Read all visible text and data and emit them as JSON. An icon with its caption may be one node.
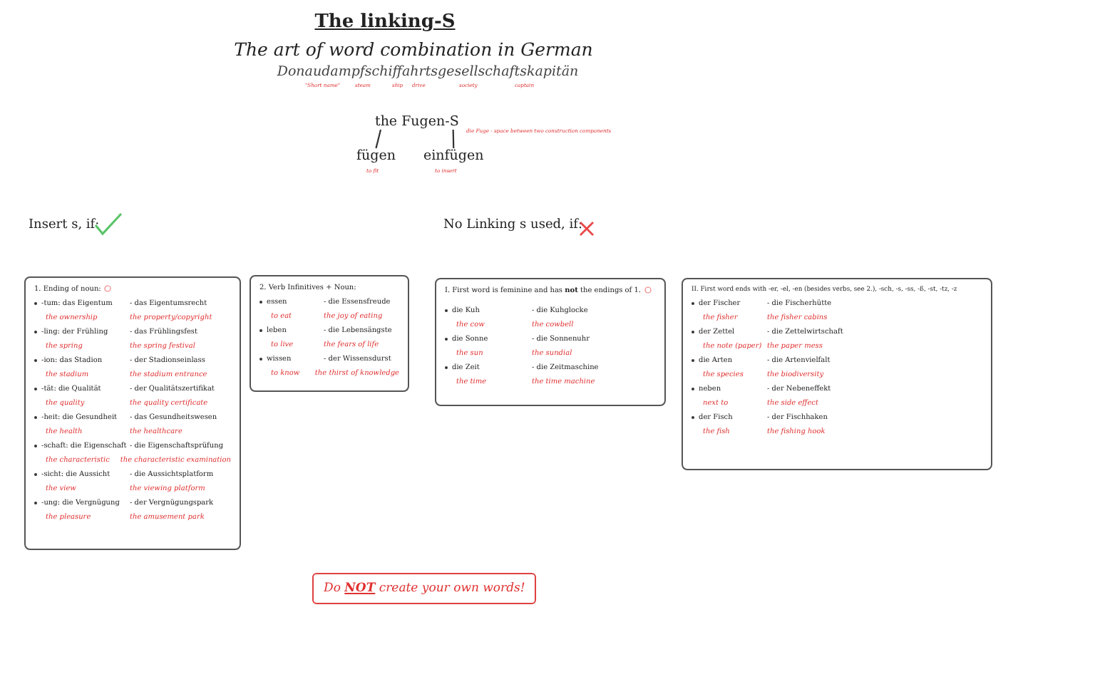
{
  "diagram": {
    "title": "The linking-S",
    "nodes": [
      {
        "text": [
          "the Fugen-S"
        ],
        "beside": [
          "die Fuge - space between two construction components"
        ]
      },
      {
        "text": [
          "fügen"
        ],
        "beside": [
          "to fit"
        ]
      },
      {
        "text": [
          "einfügen"
        ],
        "beside": [
          "to insert"
        ]
      },
      {
        "text": [
          "1. Ending of noun:",
          "-tum: das Eigentum",
          "- das Eigentumsrecht",
          "the ownership",
          "the property/copyright",
          "-ling: der Frühling",
          "- das Frühlingsfest",
          "the spring",
          "the spring festival",
          "-ion: das Stadion",
          "- der Stadionseinlass",
          "the stadium",
          "the stadium entrance",
          "-tät: die Qualität",
          "- der Qualitätszertifikat",
          "the quality",
          "the quality certificate",
          "-heit: die Gesundheit",
          "- das Gesundheitswesen",
          "the health",
          "the healthcare",
          "-schaft: die Eigenschaft",
          "- die Eigenschaftsprüfung",
          "the characteristic",
          "the characteristic examination",
          "-sicht: die Aussicht",
          "- die Aussichtsplatform",
          "the view",
          "the viewing platform",
          "-ung: die Vergnügung",
          "- der Vergnügungspark",
          "the pleasure",
          "the amusement park"
        ]
      },
      {
        "text": [
          "2. Verb Infinitives + Noun:",
          "essen",
          "- die Essensfreude",
          "to eat",
          "the joy of eating",
          "leben",
          "- die Lebensängste",
          "to live",
          "the fears of life",
          "wissen",
          "- der Wissensdurst",
          "to know",
          "the thirst of knowledge"
        ]
      },
      {
        "text": [
          "I. First word is feminine and has **not** the endings of 1.",
          "die Kuh",
          "- die Kuhglocke",
          "the cow",
          "the cowbell",
          "die Sonne",
          "- die Sonnenuhr",
          "the sun",
          "the sundial",
          "die Zeit",
          "- die Zeitmaschine",
          "the time",
          "the time machine"
        ]
      },
      {
        "text": [
          "II. First word ends with -er, -el, -en (besides verbs, see 2.), -sch, -s, -ss, -ß, -st, -tz, -z",
          "der Fischer",
          "- die Fischerhütte",
          "the fisher",
          "the fisher cabins",
          "der Zettel",
          "- die Zettelwirtschaft",
          "the note (paper)",
          "the paper mess",
          "die Arten",
          "- die Artenvielfalt",
          "the species",
          "the biodiversity",
          "neben",
          "- der Nebeneffekt",
          "next to",
          "the side effect",
          "der Fisch",
          "- der Fischhaken",
          "the fish",
          "the fishing hook"
        ]
      },
      {
        "text": [
          "Do **NOT** create your own words!"
        ]
      }
    ],
    "edges": [
      {
        "from": 0,
        "to": 1,
        "arrow": "none"
      },
      {
        "from": 0,
        "to": 2,
        "arrow": "none"
      }
    ],
    "labels": [
      "The art of word combination in German",
      "Donaudampfschiffahrtsgesellschaftskapitän",
      "\"Short name\"",
      "steam",
      "ship",
      "drive",
      "society",
      "captain",
      "Insert s, if:",
      "No Linking s used, if:"
    ]
  }
}
